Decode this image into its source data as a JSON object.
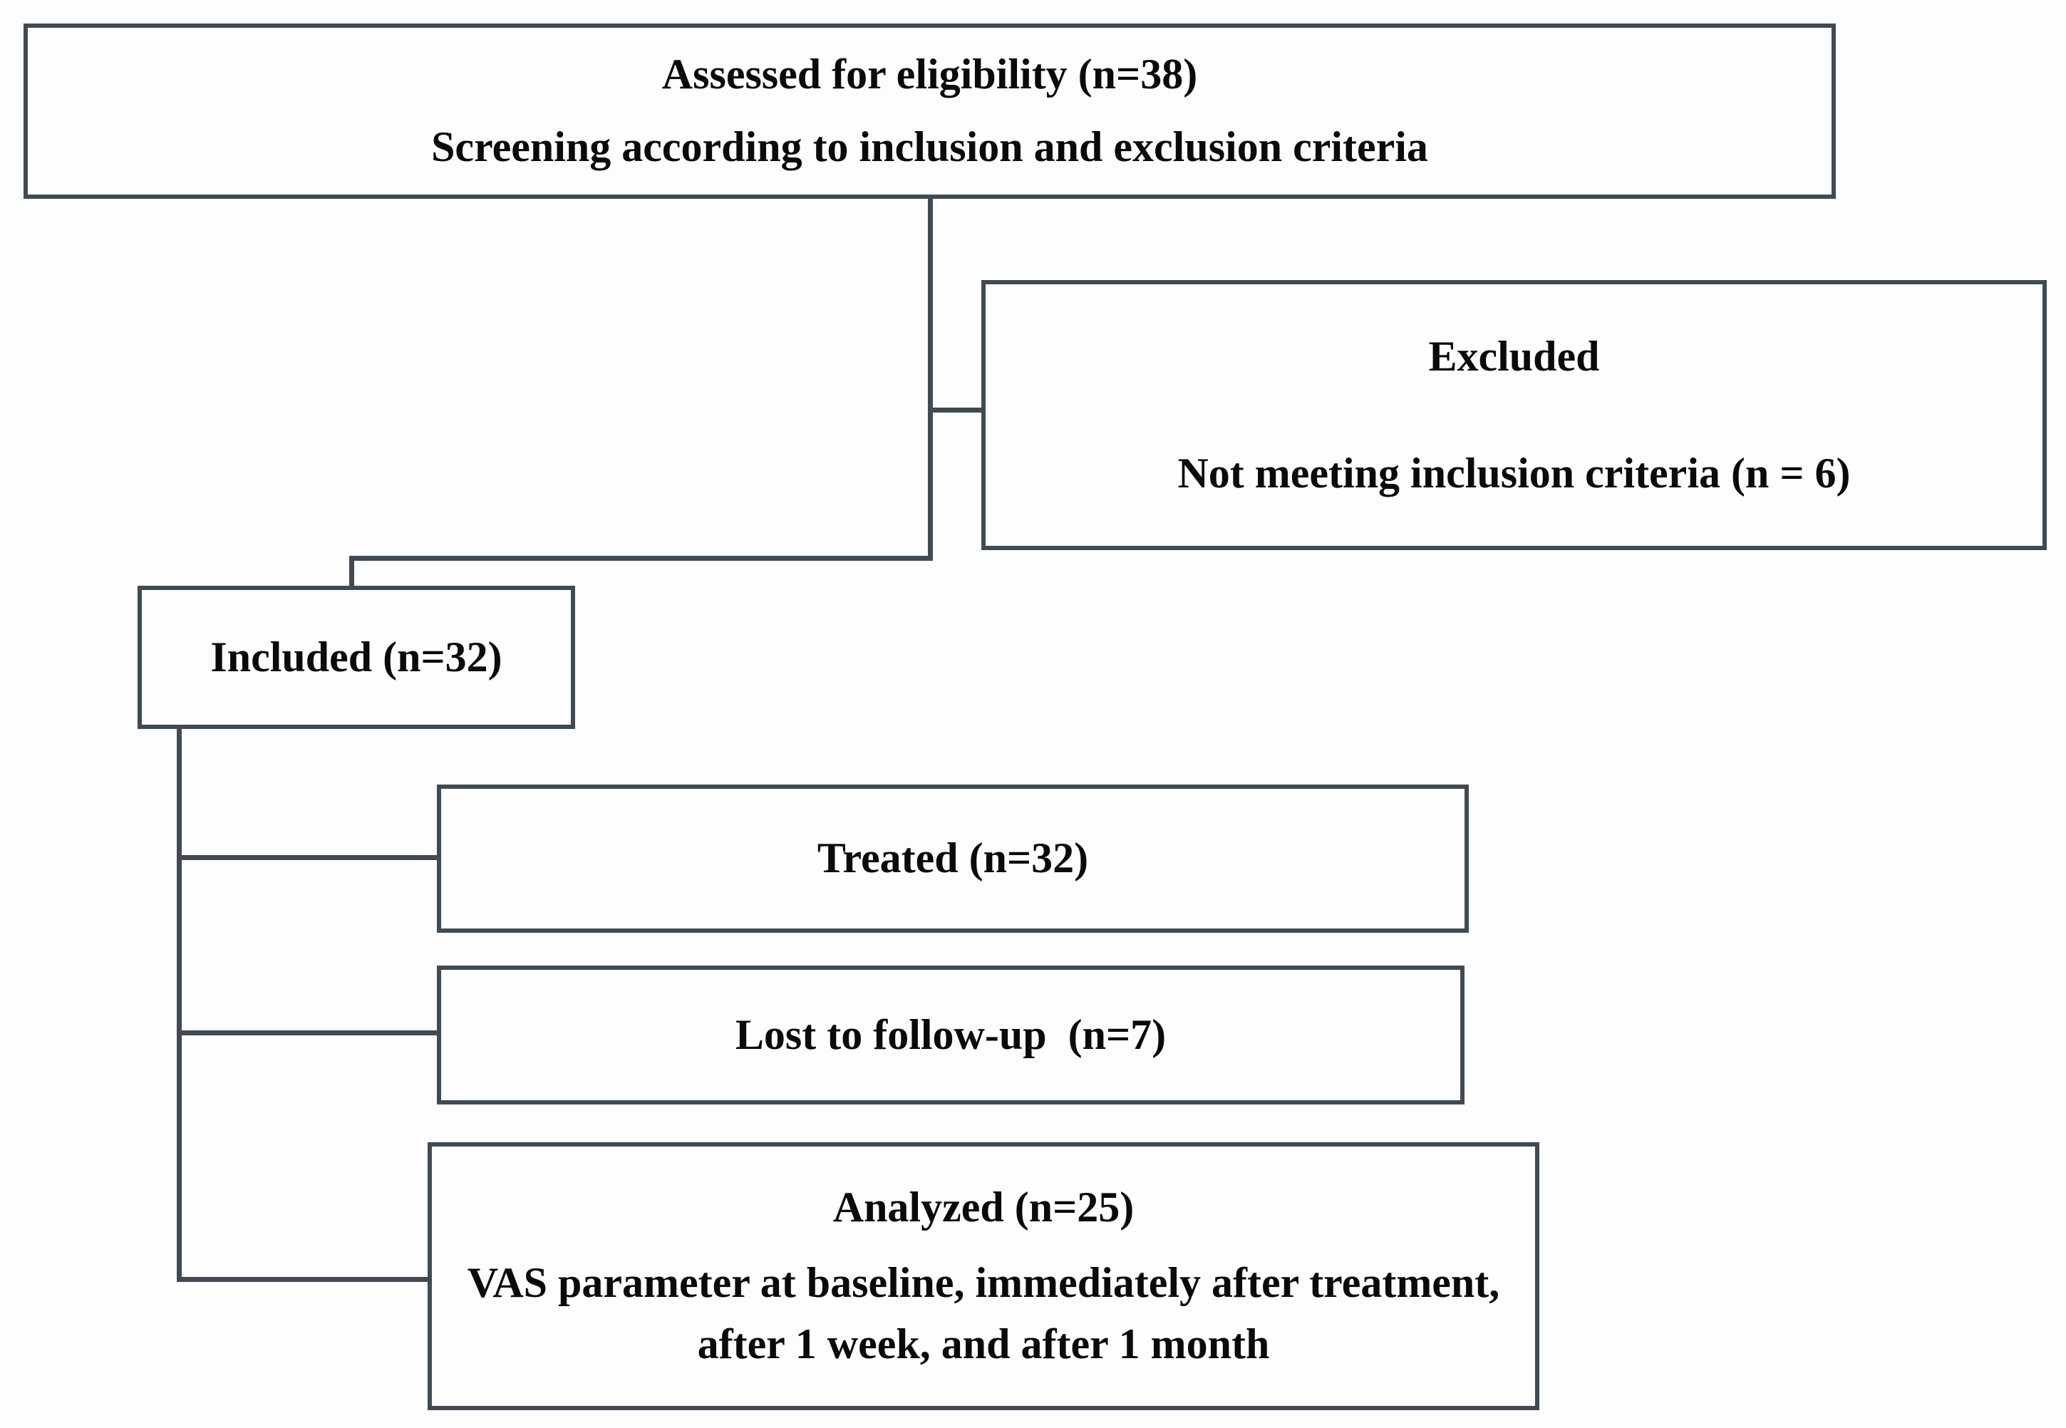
{
  "figure": {
    "type": "study-flow-diagram",
    "background_color": "#fdfdfd",
    "line_color": "#414a54",
    "text_color": "#0a0a0c"
  },
  "boxes": {
    "assessed": {
      "lines": [
        "Assessed for eligibility (n=38)",
        "Screening according to inclusion and exclusion criteria"
      ]
    },
    "excluded": {
      "lines": [
        "Excluded",
        "Not meeting inclusion criteria (n = 6)"
      ]
    },
    "included": {
      "lines": [
        "Included (n=32)"
      ]
    },
    "treated": {
      "lines": [
        "Treated (n=32)"
      ]
    },
    "lost": {
      "lines": [
        "Lost to follow-up  (n=7)"
      ]
    },
    "analyzed": {
      "lines": [
        "Analyzed (n=25)",
        "VAS parameter at baseline, immediately after treatment,",
        "after 1 week, and after 1 month"
      ]
    }
  }
}
